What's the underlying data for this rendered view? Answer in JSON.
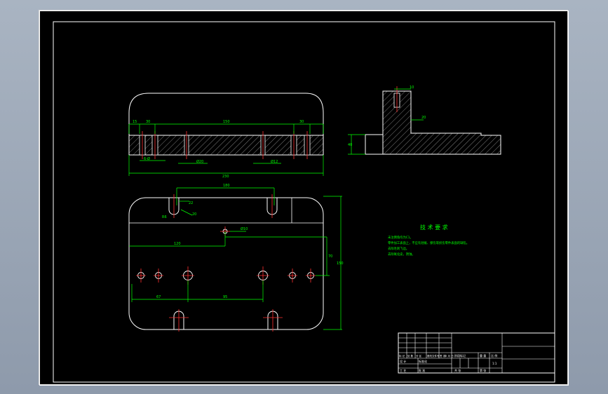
{
  "drawing": {
    "dimensions": {
      "top_view_left_edge": "15",
      "top_view_left_gap": "30",
      "top_view_span": "150",
      "top_view_right_gap": "30",
      "top_view_hole_left": "6-Ø",
      "top_view_hole_mid": "Ø20",
      "top_view_hole_right": "Ø12",
      "top_view_total": "230",
      "side_view_slot": "10",
      "side_view_thickness": "40",
      "side_view_height": "20",
      "plan_slot_span": "180",
      "plan_slot_r": "R6",
      "plan_slot_w": "20",
      "plan_slot_depth": "22",
      "plan_center_hole": "Ø10",
      "plan_center_offset": "120",
      "plan_height_1": "70",
      "plan_height_total": "150",
      "plan_bottom_left": "67",
      "plan_bottom_span": "95"
    },
    "technical_requirements": {
      "title": "技 术 要 求",
      "lines": [
        "未注倒角均为C1。",
        "零件加工表面上，不应有划痕、擦伤等损伤零件表面的缺陷。",
        "去除毛刺飞边。",
        "去除氧化皮，锈蚀。"
      ]
    },
    "title_block": {
      "labels_left": [
        "标 记",
        "处 数",
        "分 区",
        "更改文件号",
        "签 名",
        "年 月 日"
      ],
      "design": "设 计",
      "standardize": "标准化",
      "stage_label": "阶段标记",
      "weight_label": "重 量",
      "scale_label": "比 例",
      "scale_value": "1:1",
      "process": "工 艺",
      "approve": "批 准",
      "sheet_total": "共 张",
      "sheet_no": "第 张"
    }
  }
}
